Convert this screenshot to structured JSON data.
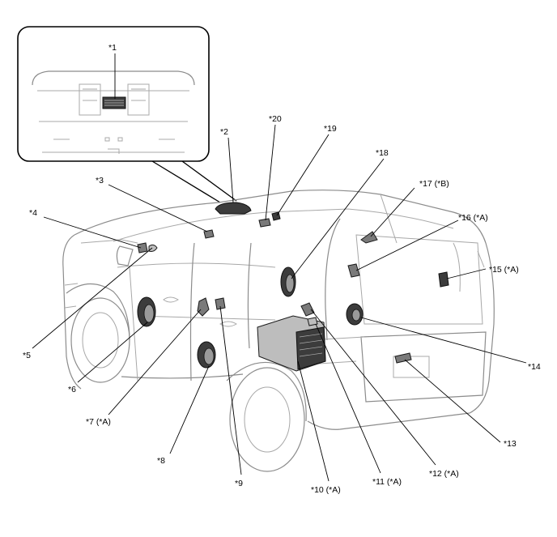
{
  "callouts": [
    {
      "id": "c1",
      "label": "*1"
    },
    {
      "id": "c2",
      "label": "*2"
    },
    {
      "id": "c3",
      "label": "*3"
    },
    {
      "id": "c4",
      "label": "*4"
    },
    {
      "id": "c5",
      "label": "*5"
    },
    {
      "id": "c6",
      "label": "*6"
    },
    {
      "id": "c7",
      "label": "*7 (*A)"
    },
    {
      "id": "c8",
      "label": "*8"
    },
    {
      "id": "c9",
      "label": "*9"
    },
    {
      "id": "c10",
      "label": "*10 (*A)"
    },
    {
      "id": "c11",
      "label": "*11 (*A)"
    },
    {
      "id": "c12",
      "label": "*12 (*A)"
    },
    {
      "id": "c13",
      "label": "*13"
    },
    {
      "id": "c14",
      "label": "*14"
    },
    {
      "id": "c15",
      "label": "*15 (*A)"
    },
    {
      "id": "c16",
      "label": "*16 (*A)"
    },
    {
      "id": "c17",
      "label": "*17 (*B)"
    },
    {
      "id": "c18",
      "label": "*18"
    },
    {
      "id": "c19",
      "label": "*19"
    },
    {
      "id": "c20",
      "label": "*20"
    }
  ]
}
